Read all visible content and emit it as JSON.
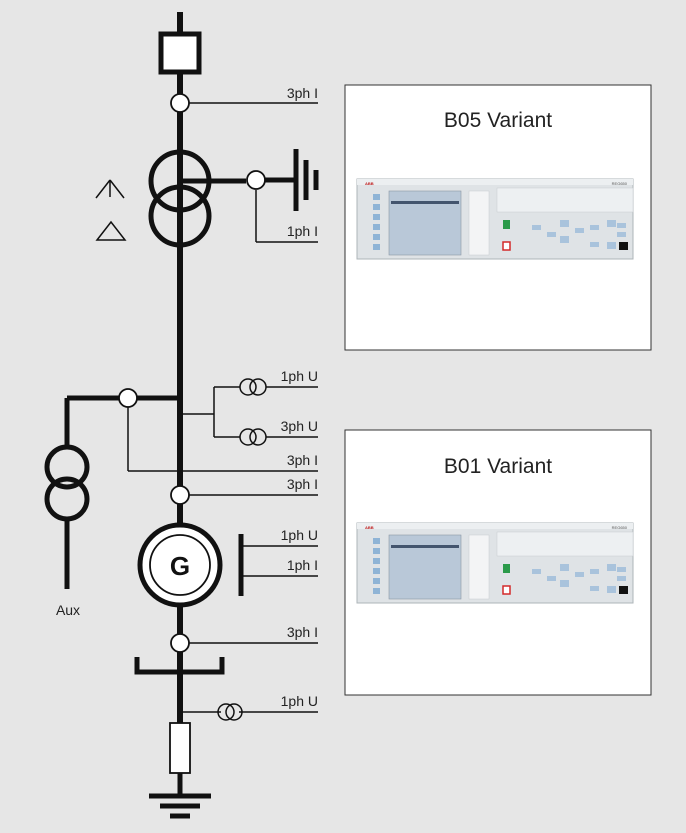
{
  "colors": {
    "background": "#e6e6e6",
    "line": "#111111",
    "panel_bg": "#ffffff",
    "device_body": "#dfe3e6",
    "lcd": "#b9c8d8",
    "led_green": "#2a9a4a",
    "led_red": "#d42a2a",
    "key_blue": "#8fb4d6",
    "brand_red": "#c02020"
  },
  "labels": {
    "l1": "3ph I",
    "l2": "1ph I",
    "l3": "1ph U",
    "l4": "3ph U",
    "l5": "3ph I",
    "l6": "3ph I",
    "l7": "1ph U",
    "l8": "1ph I",
    "l9": "3ph I",
    "l10": "1ph U",
    "aux": "Aux",
    "generator": "G"
  },
  "panels": {
    "top_title": "B05 Variant",
    "bottom_title": "B01 Variant"
  },
  "device": {
    "brand": "ABB",
    "model": "REG650"
  }
}
